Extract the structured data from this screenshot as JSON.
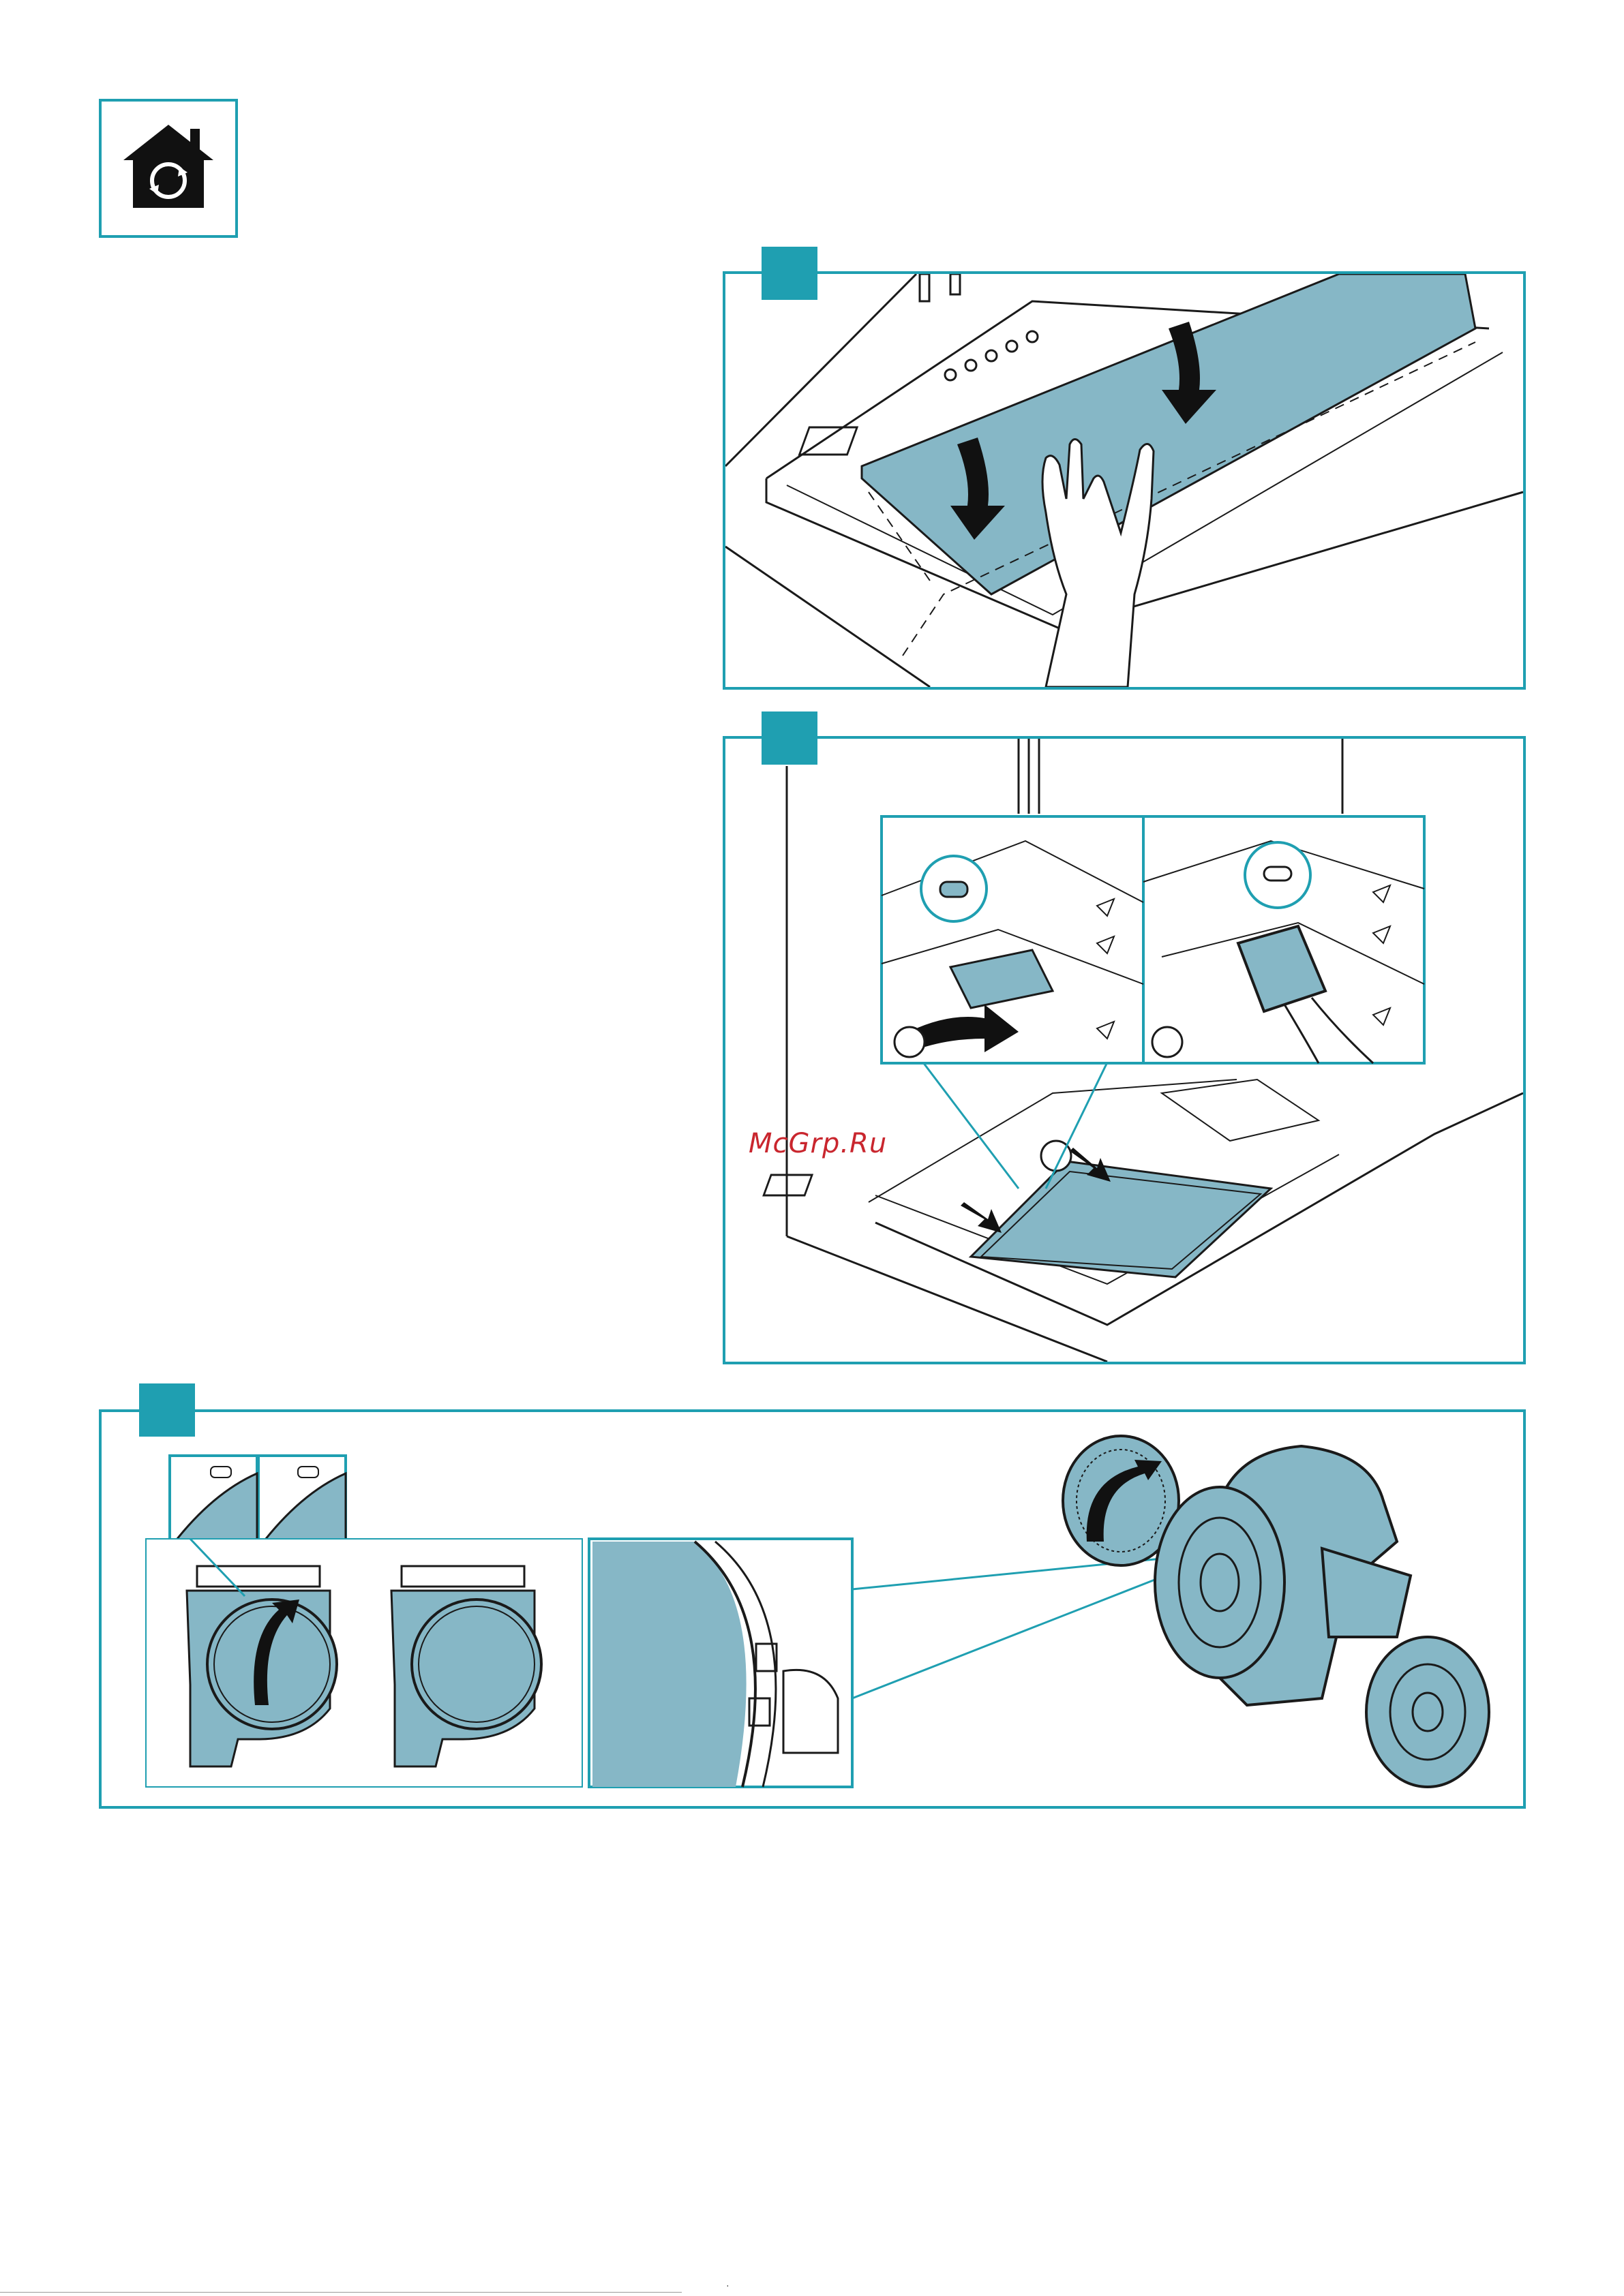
{
  "colors": {
    "accent": "#1f9fb1",
    "filter_fill": "#86b7c6",
    "line": "#1a1a1a",
    "watermark": "#c9262e"
  },
  "header": {
    "icon": "home-cycle-icon"
  },
  "steps": [
    {
      "id": "step-1",
      "content": "close-filter-panel-illustration"
    },
    {
      "id": "step-2",
      "content": "remove-grease-filter-illustration",
      "sub_markers": [
        "circle-1",
        "circle-2",
        "circle-3"
      ]
    },
    {
      "id": "step-3",
      "content": "replace-odour-filter-illustration"
    }
  ],
  "watermark": {
    "text": "McGrp.Ru"
  },
  "footer": {
    "mark": "·"
  }
}
